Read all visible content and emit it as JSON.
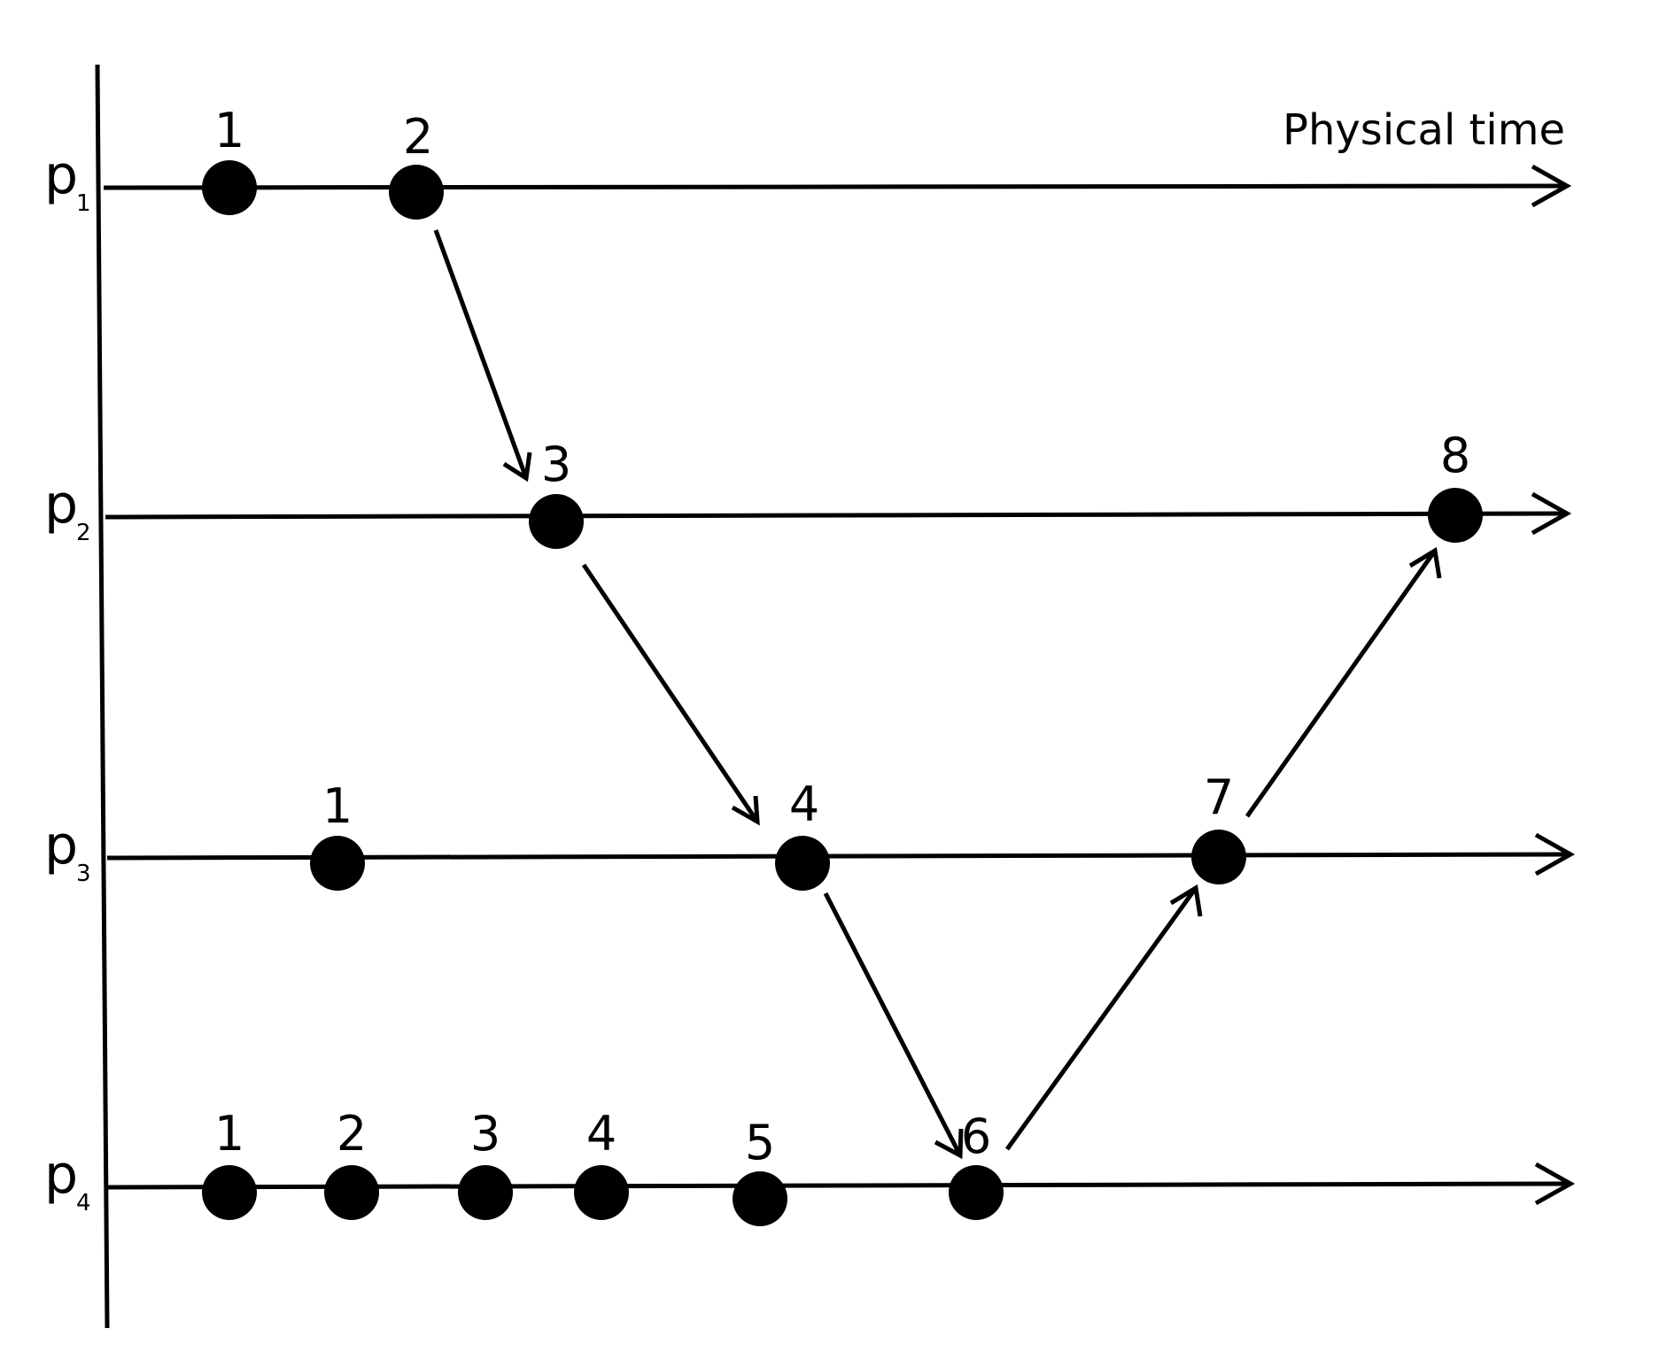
{
  "time_axis_label": "Physical time",
  "colors": {
    "ink": "#000000",
    "background": "#ffffff"
  },
  "processes": [
    {
      "id": "p1",
      "prefix": "p",
      "index": "1"
    },
    {
      "id": "p2",
      "prefix": "p",
      "index": "2"
    },
    {
      "id": "p3",
      "prefix": "p",
      "index": "3"
    },
    {
      "id": "p4",
      "prefix": "p",
      "index": "4"
    }
  ],
  "events": [
    {
      "id": "p1-e1",
      "process": "p1",
      "label": "1"
    },
    {
      "id": "p1-e2",
      "process": "p1",
      "label": "2"
    },
    {
      "id": "p2-e3",
      "process": "p2",
      "label": "3"
    },
    {
      "id": "p2-e8",
      "process": "p2",
      "label": "8"
    },
    {
      "id": "p3-e1",
      "process": "p3",
      "label": "1"
    },
    {
      "id": "p3-e4",
      "process": "p3",
      "label": "4"
    },
    {
      "id": "p3-e7",
      "process": "p3",
      "label": "7"
    },
    {
      "id": "p4-e1",
      "process": "p4",
      "label": "1"
    },
    {
      "id": "p4-e2",
      "process": "p4",
      "label": "2"
    },
    {
      "id": "p4-e3",
      "process": "p4",
      "label": "3"
    },
    {
      "id": "p4-e4",
      "process": "p4",
      "label": "4"
    },
    {
      "id": "p4-e5",
      "process": "p4",
      "label": "5"
    },
    {
      "id": "p4-e6",
      "process": "p4",
      "label": "6"
    }
  ],
  "messages": [
    {
      "from": "p1-e2",
      "to": "p2-e3"
    },
    {
      "from": "p2-e3",
      "to": "p3-e4"
    },
    {
      "from": "p3-e4",
      "to": "p4-e6"
    },
    {
      "from": "p4-e6",
      "to": "p3-e7"
    },
    {
      "from": "p3-e7",
      "to": "p2-e8"
    }
  ]
}
